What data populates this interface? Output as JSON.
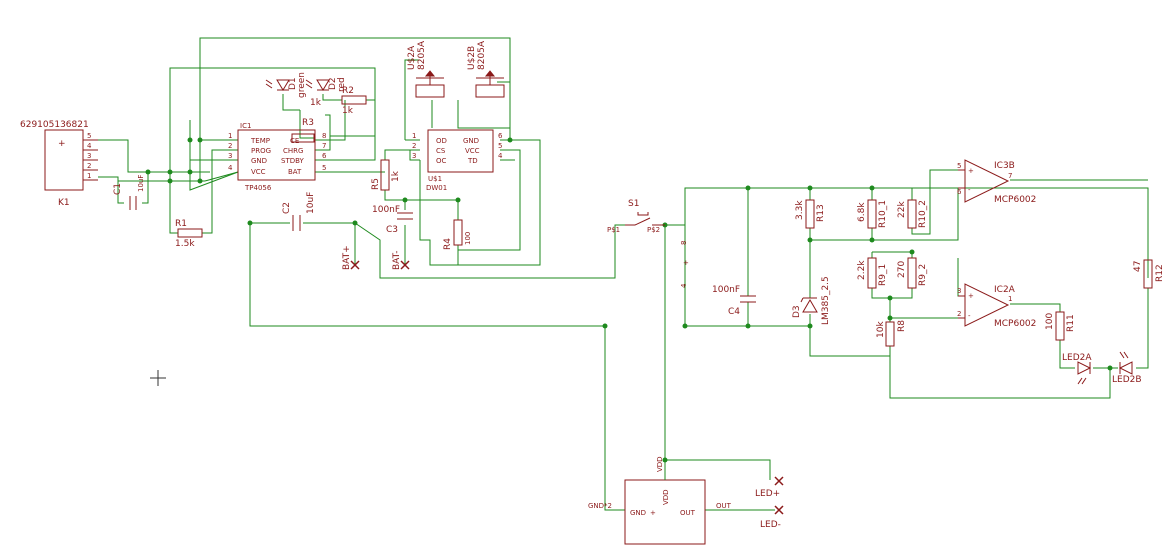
{
  "components": {
    "K1": {
      "part": "629105136821",
      "ref": "K1",
      "pins": [
        "5",
        "4",
        "3",
        "2",
        "1"
      ]
    },
    "C1": {
      "ref": "C1",
      "value": "10uF"
    },
    "R1": {
      "ref": "R1",
      "value": "1.5k"
    },
    "IC1": {
      "ref": "IC1",
      "part": "TP4056",
      "pins_left": [
        "TEMP",
        "PROG",
        "GND",
        "VCC"
      ],
      "pins_right": [
        "CE",
        "CHRG",
        "STDBY",
        "BAT"
      ],
      "pin_nums_left": [
        "1",
        "2",
        "3",
        "4"
      ],
      "pin_nums_right": [
        "8",
        "7",
        "6",
        "5"
      ]
    },
    "D1": {
      "ref": "D1",
      "value": "green"
    },
    "D2": {
      "ref": "D2",
      "value": "red"
    },
    "R2": {
      "ref": "R2",
      "value": "1k"
    },
    "R3": {
      "ref": "R3",
      "value": "1k"
    },
    "U$2A": {
      "ref": "U$2A",
      "part": "8205A"
    },
    "U$2B": {
      "ref": "U$2B",
      "part": "8205A"
    },
    "U$1": {
      "ref": "U$1",
      "part": "DW01",
      "pins_left": [
        "OD",
        "CS",
        "OC"
      ],
      "pins_right": [
        "GND",
        "VCC",
        "TD"
      ],
      "pin_nums_left": [
        "1",
        "2",
        "3"
      ],
      "pin_nums_right": [
        "6",
        "5",
        "4"
      ]
    },
    "R5": {
      "ref": "R5",
      "value": "1k"
    },
    "C2": {
      "ref": "C2",
      "value": "10uF"
    },
    "C3": {
      "ref": "C3",
      "value": "100nF"
    },
    "R4": {
      "ref": "R4",
      "value": "100"
    },
    "BATP": {
      "ref": "BAT+"
    },
    "BATN": {
      "ref": "BAT-"
    },
    "S1": {
      "ref": "S1",
      "pin1": "P$1",
      "pin2": "P$2"
    },
    "C4": {
      "ref": "C4",
      "value": "100nF"
    },
    "R13": {
      "ref": "R13",
      "value": "3.3k"
    },
    "D3": {
      "ref": "D3",
      "value": "LM385_2.5"
    },
    "R10_1": {
      "ref": "R10_1",
      "value": "6.8k"
    },
    "R10_2": {
      "ref": "R10_2",
      "value": "22k"
    },
    "R9_1": {
      "ref": "R9_1",
      "value": "2.2k"
    },
    "R9_2": {
      "ref": "R9_2",
      "value": "270"
    },
    "R8": {
      "ref": "R8",
      "value": "10k"
    },
    "IC3B": {
      "ref": "IC3B",
      "part": "MCP6002",
      "p5": "5",
      "p6": "6",
      "p7": "7"
    },
    "IC2A": {
      "ref": "IC2A",
      "part": "MCP6002",
      "p3": "3",
      "p2": "2",
      "p1": "1"
    },
    "R11": {
      "ref": "R11",
      "value": "100"
    },
    "R12": {
      "ref": "R12",
      "value": "47"
    },
    "LED2A": {
      "ref": "LED2A"
    },
    "LED2B": {
      "ref": "LED2B"
    },
    "U_LED": {
      "vdd": "VDD",
      "gnd": "GND",
      "out": "OUT",
      "gnd_pin": "GND*2",
      "vdd_pin": "VDD",
      "out_pin": "OUT"
    },
    "LEDP": {
      "ref": "LED+"
    },
    "LEDN": {
      "ref": "LED-"
    },
    "stack": {
      "pin8": "8",
      "pin4": "4",
      "plus": "+"
    }
  },
  "colors": {
    "wire": "#1e8a1e",
    "part": "#8b1a1a",
    "background": "#ffffff"
  }
}
